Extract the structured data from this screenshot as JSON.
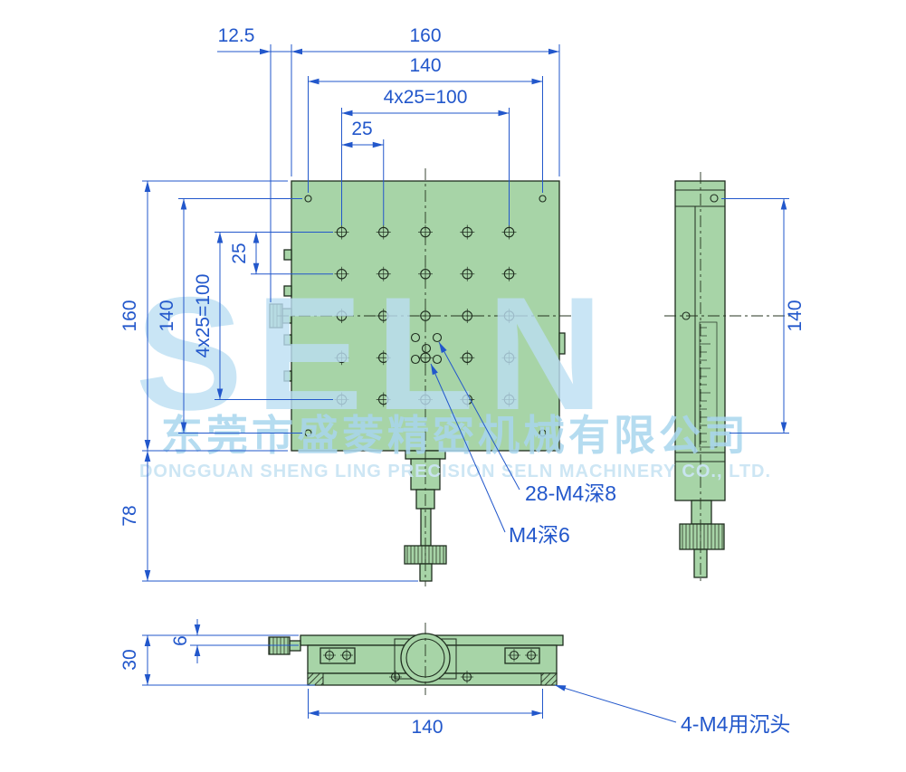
{
  "watermark": {
    "logo": "SELN",
    "company_cn": "东莞市盛菱精密机械有限公司",
    "company_en": "DONGGUAN SHENG LING PRECISION SELN MACHINERY CO., LTD."
  },
  "dims": {
    "top_offset": "12.5",
    "top_width": "160",
    "top_hole_span": "140",
    "top_grid": "4x25=100",
    "top_pitch": "25",
    "left_height": "160",
    "left_hole_span": "140",
    "left_grid": "4x25=100",
    "left_pitch": "25",
    "stem_length": "78",
    "side_hole_span": "140",
    "bottom_height": "30",
    "bottom_plate_thickness": "6",
    "bottom_hole_span": "140"
  },
  "labels": {
    "grid_holes": "28-M4深8",
    "center_hole": "M4深6",
    "counterbore_holes": "4-M4用沉头"
  },
  "colors": {
    "dimension_blue": "#2257cb",
    "part_green": "#a7d4a7",
    "outline": "#1f2d1f",
    "watermark_blue": "#bcdff3"
  }
}
